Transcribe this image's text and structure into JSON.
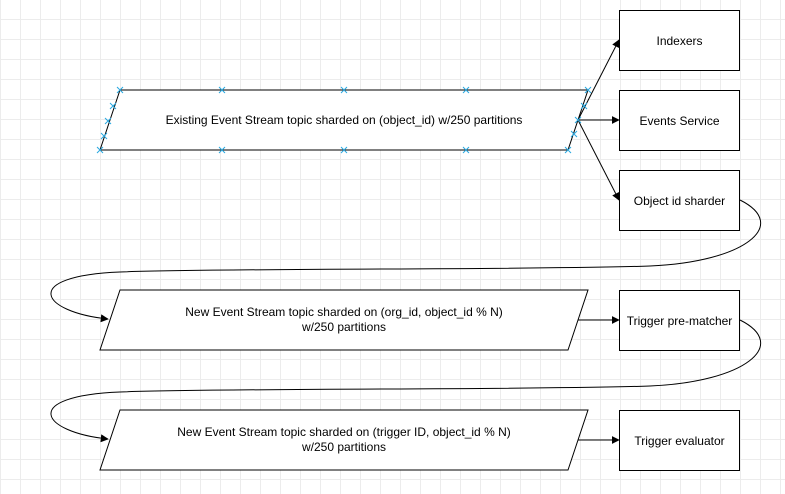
{
  "diagram": {
    "nodes": {
      "existing_topic": "Existing Event Stream topic sharded on (object_id) w/250 partitions",
      "indexers": "Indexers",
      "events_service": "Events Service",
      "object_id_sharder": "Object id sharder",
      "new_topic_org": "New Event Stream topic sharded on (org_id, object_id % N)\nw/250 partitions",
      "trigger_prematcher": "Trigger pre-matcher",
      "new_topic_trigger": "New Event Stream topic sharded on (trigger ID, object_id % N)\nw/250 partitions",
      "trigger_evaluator": "Trigger evaluator"
    },
    "colors": {
      "stroke": "#000000",
      "fill": "#ffffff",
      "grid": "#ececec",
      "selection_handle": "#29a8e0"
    }
  }
}
